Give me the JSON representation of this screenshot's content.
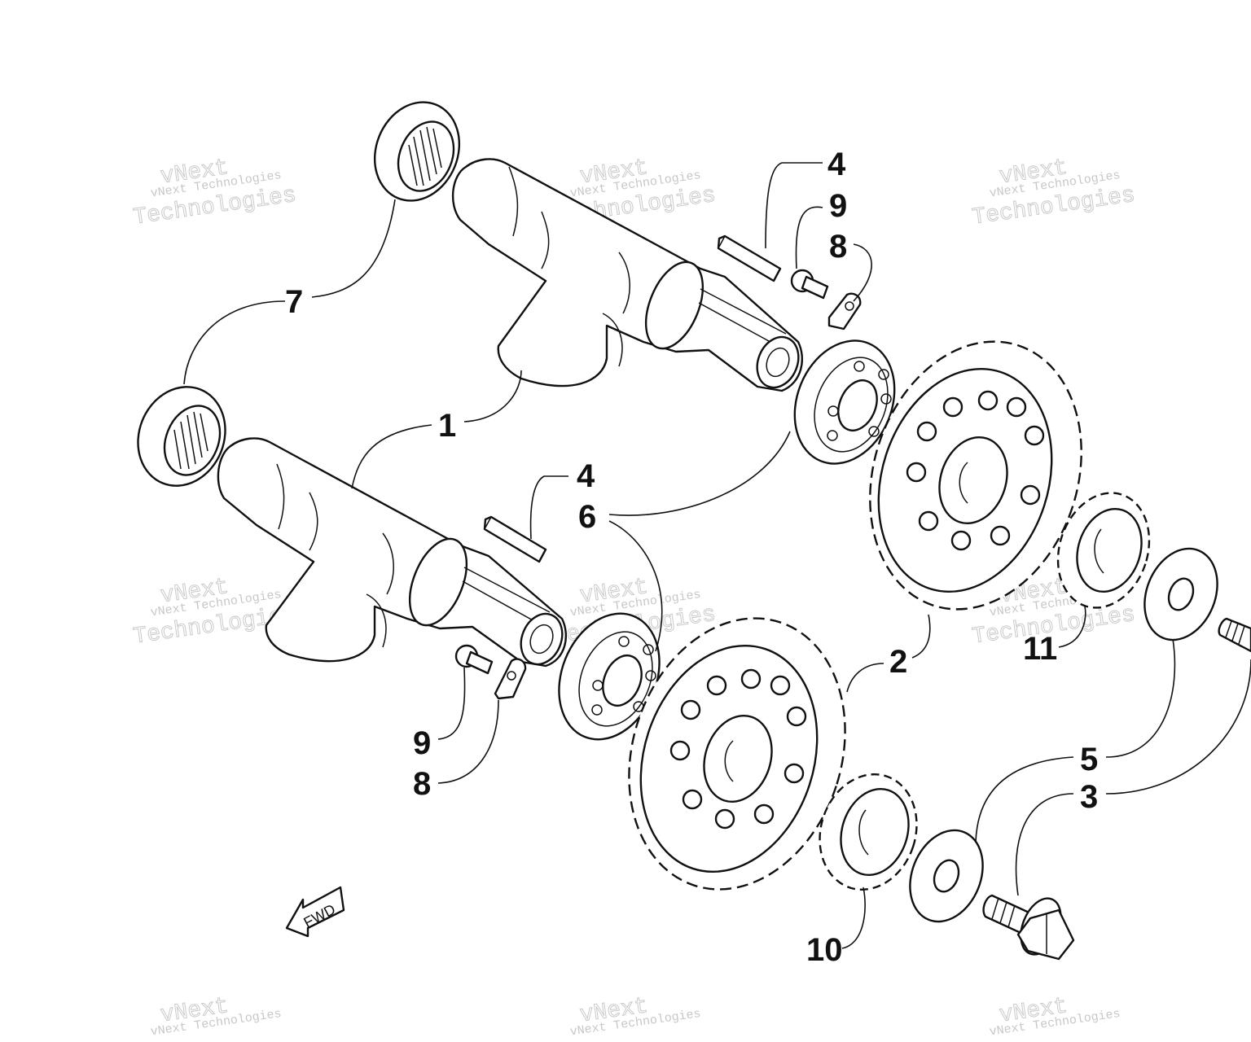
{
  "diagram": {
    "callouts": [
      {
        "id": "c7",
        "label": "7"
      },
      {
        "id": "c1",
        "label": "1"
      },
      {
        "id": "c4a",
        "label": "4"
      },
      {
        "id": "c9a",
        "label": "9"
      },
      {
        "id": "c8a",
        "label": "8"
      },
      {
        "id": "c4b",
        "label": "4"
      },
      {
        "id": "c6",
        "label": "6"
      },
      {
        "id": "c2",
        "label": "2"
      },
      {
        "id": "c11",
        "label": "11"
      },
      {
        "id": "c5",
        "label": "5"
      },
      {
        "id": "c3",
        "label": "3"
      },
      {
        "id": "c9b",
        "label": "9"
      },
      {
        "id": "c8b",
        "label": "8"
      },
      {
        "id": "c10",
        "label": "10"
      }
    ],
    "direction_marker": "FWD",
    "watermark": {
      "line1": "vNext",
      "line2": "vNext Technologies",
      "line3": "Technologies"
    }
  }
}
